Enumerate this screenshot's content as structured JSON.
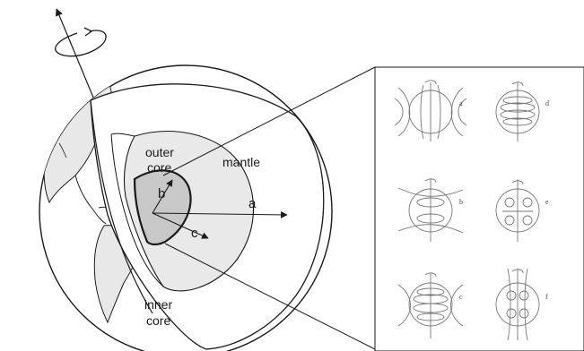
{
  "earth": {
    "labels": {
      "outer_core_line1": "outer",
      "outer_core_line2": "core",
      "mantle": "mantle",
      "inner_core_line1": "inner",
      "inner_core_line2": "core",
      "radius_a": "a",
      "radius_b": "b",
      "radius_c": "c"
    }
  },
  "inset": {
    "panels": [
      {
        "id": "a"
      },
      {
        "id": "d"
      },
      {
        "id": "b"
      },
      {
        "id": "e"
      },
      {
        "id": "c"
      },
      {
        "id": "f"
      }
    ]
  },
  "colors": {
    "land": "#e8e8e8",
    "outer_core": "#e9e9e9",
    "inner_core": "#c8c8c8",
    "stroke": "#1a1a1a"
  }
}
